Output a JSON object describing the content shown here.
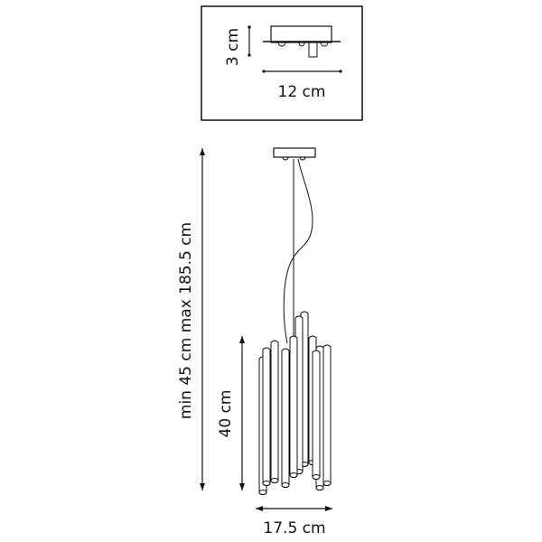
{
  "canopy_detail": {
    "height_label": "3 cm",
    "width_label": "12 cm"
  },
  "main": {
    "total_height_label": "min 45 cm max 185.5 cm",
    "body_height_label": "40 cm",
    "diameter_label": "17.5 cm"
  },
  "colors": {
    "line": "#111111",
    "tube_fill": "#ffffff"
  }
}
